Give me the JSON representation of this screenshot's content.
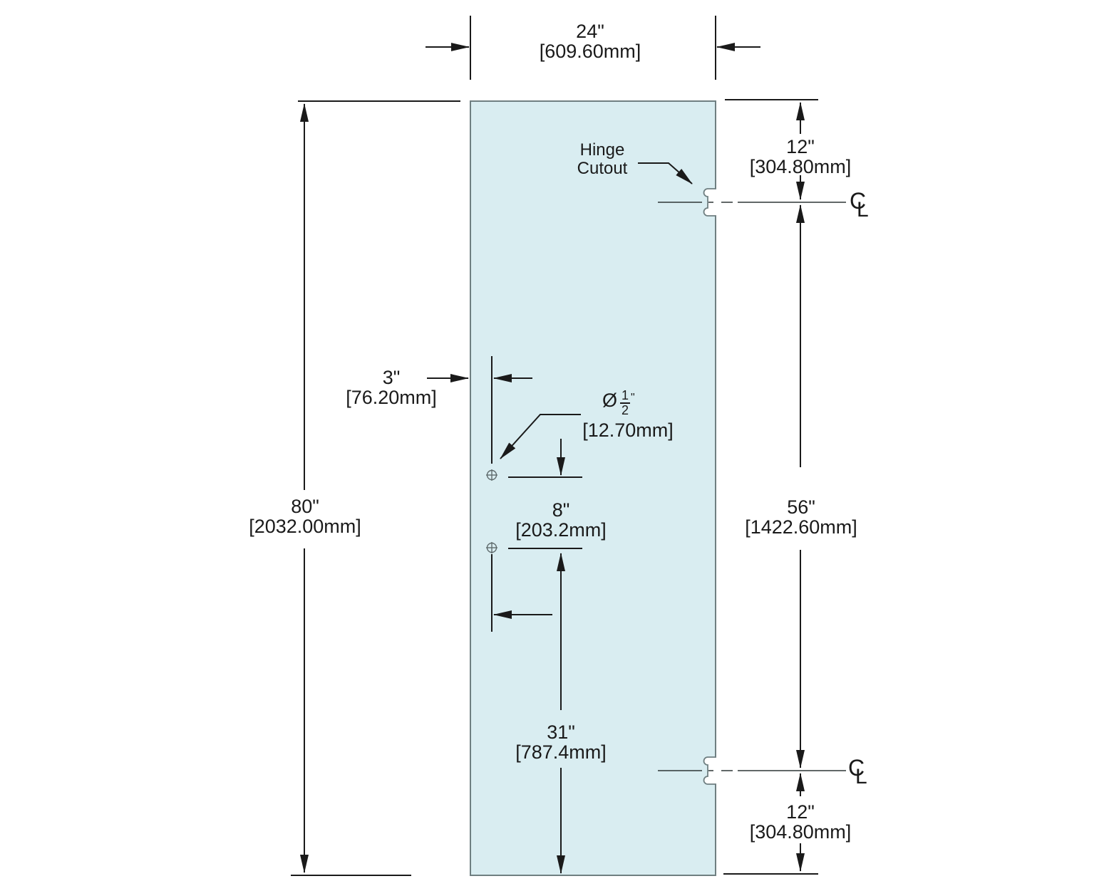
{
  "figure": {
    "type": "technical-drawing",
    "subject": "glass door panel with hinge cutouts and handle holes"
  },
  "dims": {
    "width": {
      "inches": "24\"",
      "mm": "[609.60mm]"
    },
    "height": {
      "inches": "80\"",
      "mm": "[2032.00mm]"
    },
    "hinge_top": {
      "inches": "12\"",
      "mm": "[304.80mm]"
    },
    "hinge_span": {
      "inches": "56\"",
      "mm": "[1422.60mm]"
    },
    "hinge_bottom": {
      "inches": "12\"",
      "mm": "[304.80mm]"
    },
    "edge_offset": {
      "inches": "3\"",
      "mm": "[76.20mm]"
    },
    "hole_spacing": {
      "inches": "8\"",
      "mm": "[203.2mm]"
    },
    "hole_height": {
      "inches": "31\"",
      "mm": "[787.4mm]"
    },
    "hole_diameter": {
      "symbol": "Ø",
      "numerator": "1",
      "denominator": "2",
      "unit": "\"",
      "mm": "[12.70mm]"
    }
  },
  "callouts": {
    "hinge_line1": "Hinge",
    "hinge_line2": "Cutout"
  },
  "centerline": {
    "c": "C",
    "l": "L"
  },
  "colors": {
    "glass_fill": "#d9edf1",
    "glass_stroke": "#6f7f81",
    "line": "#1a1a1a"
  }
}
